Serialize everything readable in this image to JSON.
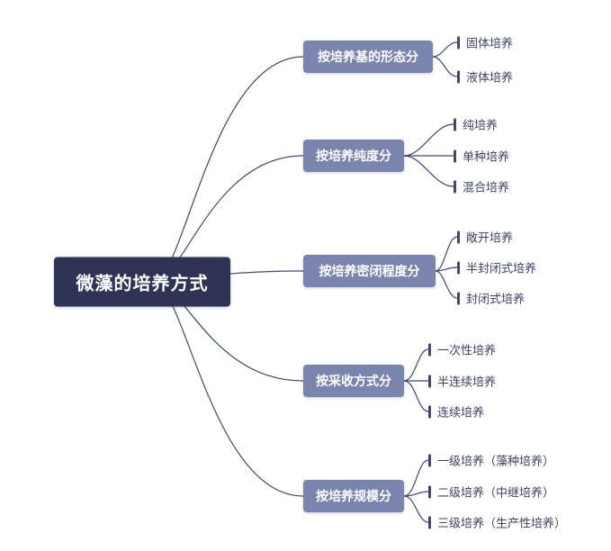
{
  "root": {
    "label": "微藻的培养方式"
  },
  "branches": [
    {
      "label": "按培养基的形态分",
      "leaves": [
        "固体培养",
        "液体培养"
      ]
    },
    {
      "label": "按培养纯度分",
      "leaves": [
        "纯培养",
        "单种培养",
        "混合培养"
      ]
    },
    {
      "label": "按培养密闭程度分",
      "leaves": [
        "敞开培养",
        "半封闭式培养",
        "封闭式培养"
      ]
    },
    {
      "label": "按采收方式分",
      "leaves": [
        "一次性培养",
        "半连续培养",
        "连续培养"
      ]
    },
    {
      "label": "按培养规模分",
      "leaves": [
        "一级培养（藻种培养）",
        "二级培养（中继培养）",
        "三级培养（生产性培养）"
      ]
    }
  ],
  "colors": {
    "root_bg": "#2e3454",
    "root_text": "#ffffff",
    "branch_bg": "#7b84ad",
    "branch_text": "#ffffff",
    "leaf_text": "#3c4265",
    "line": "#3f4a6e",
    "tick": "#4a4466"
  }
}
